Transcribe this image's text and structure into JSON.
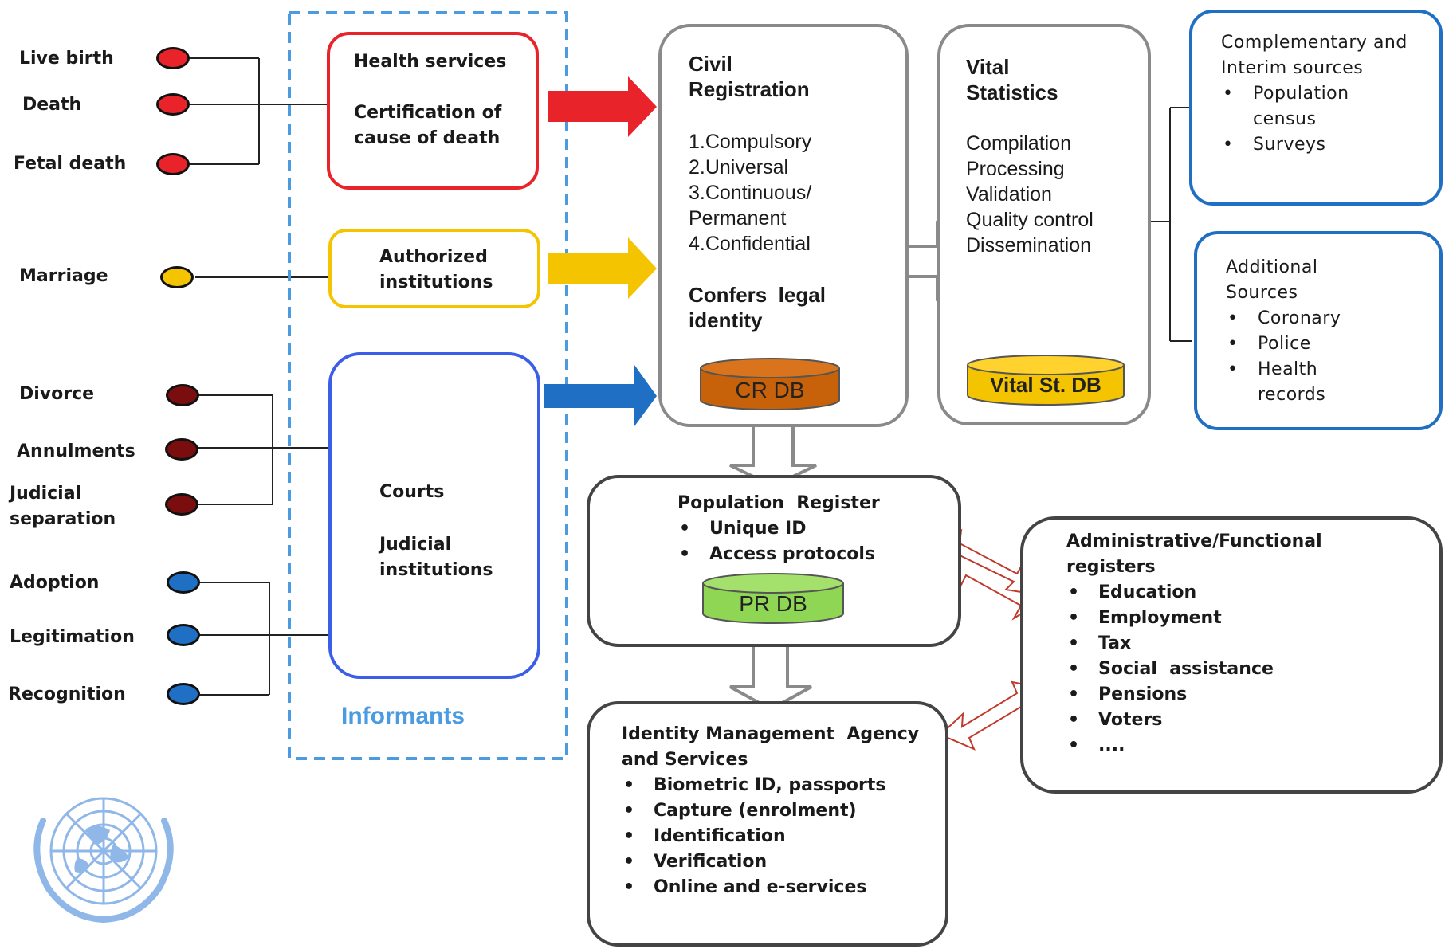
{
  "events": {
    "live_birth": "Live birth",
    "death": "Death",
    "fetal_death": "Fetal death",
    "marriage": "Marriage",
    "divorce": "Divorce",
    "annulments": "Annulments",
    "judicial_separation_1": "Judicial",
    "judicial_separation_2": "separation",
    "adoption": "Adoption",
    "legitimation": "Legitimation",
    "recognition": "Recognition"
  },
  "informants": {
    "label": "Informants",
    "health_line1": "Health services",
    "health_line2": "Certification of",
    "health_line3": "cause of death",
    "authorized_line1": "Authorized",
    "authorized_line2": "institutions",
    "courts_line1": "Courts",
    "courts_line2": "Judicial",
    "courts_line3": "institutions"
  },
  "civil_registration": {
    "title_line1": "Civil",
    "title_line2": "Registration",
    "items": [
      "1.Compulsory",
      "2.Universal",
      "3.Continuous/",
      "Permanent",
      "4.Confidential"
    ],
    "confers_line1": "Confers  legal",
    "confers_line2": "identity",
    "db": "CR DB"
  },
  "vital_statistics": {
    "title_line1": "Vital",
    "title_line2": "Statistics",
    "items": [
      "Compilation",
      "Processing",
      "Validation",
      "Quality control",
      "Dissemination"
    ],
    "db": "Vital St. DB"
  },
  "complementary": {
    "title_line1": "Complementary and",
    "title_line2": "Interim sources",
    "items": [
      "Population",
      "census",
      "Surveys"
    ]
  },
  "additional": {
    "title_line1": "Additional",
    "title_line2": "Sources",
    "items": [
      "Coronary",
      "Police",
      "Health",
      "records"
    ]
  },
  "population_register": {
    "title": "Population  Register",
    "items": [
      "Unique ID",
      "Access protocols"
    ],
    "db": "PR DB"
  },
  "identity_management": {
    "title_line1": "Identity Management  Agency",
    "title_line2": "and Services",
    "items": [
      "Biometric ID, passports",
      "Capture (enrolment)",
      "Identification",
      "Verification",
      "Online and e-services"
    ]
  },
  "admin_registers": {
    "title_line1": "Administrative/Functional",
    "title_line2": "registers",
    "items": [
      "Education",
      "Employment",
      "Tax",
      "Social  assistance",
      "Pensions",
      "Voters",
      "...."
    ]
  },
  "colors": {
    "red": "#e8232a",
    "yellow": "#f5c400",
    "darkred": "#7a0e0e",
    "blue": "#1f6fc4",
    "dashed_blue": "#4a9be0",
    "cr_db": "#c8620a",
    "vs_db": "#f5c400",
    "pr_db": "#8fd655"
  },
  "icons": {
    "un_emblem": "un-emblem-icon"
  }
}
